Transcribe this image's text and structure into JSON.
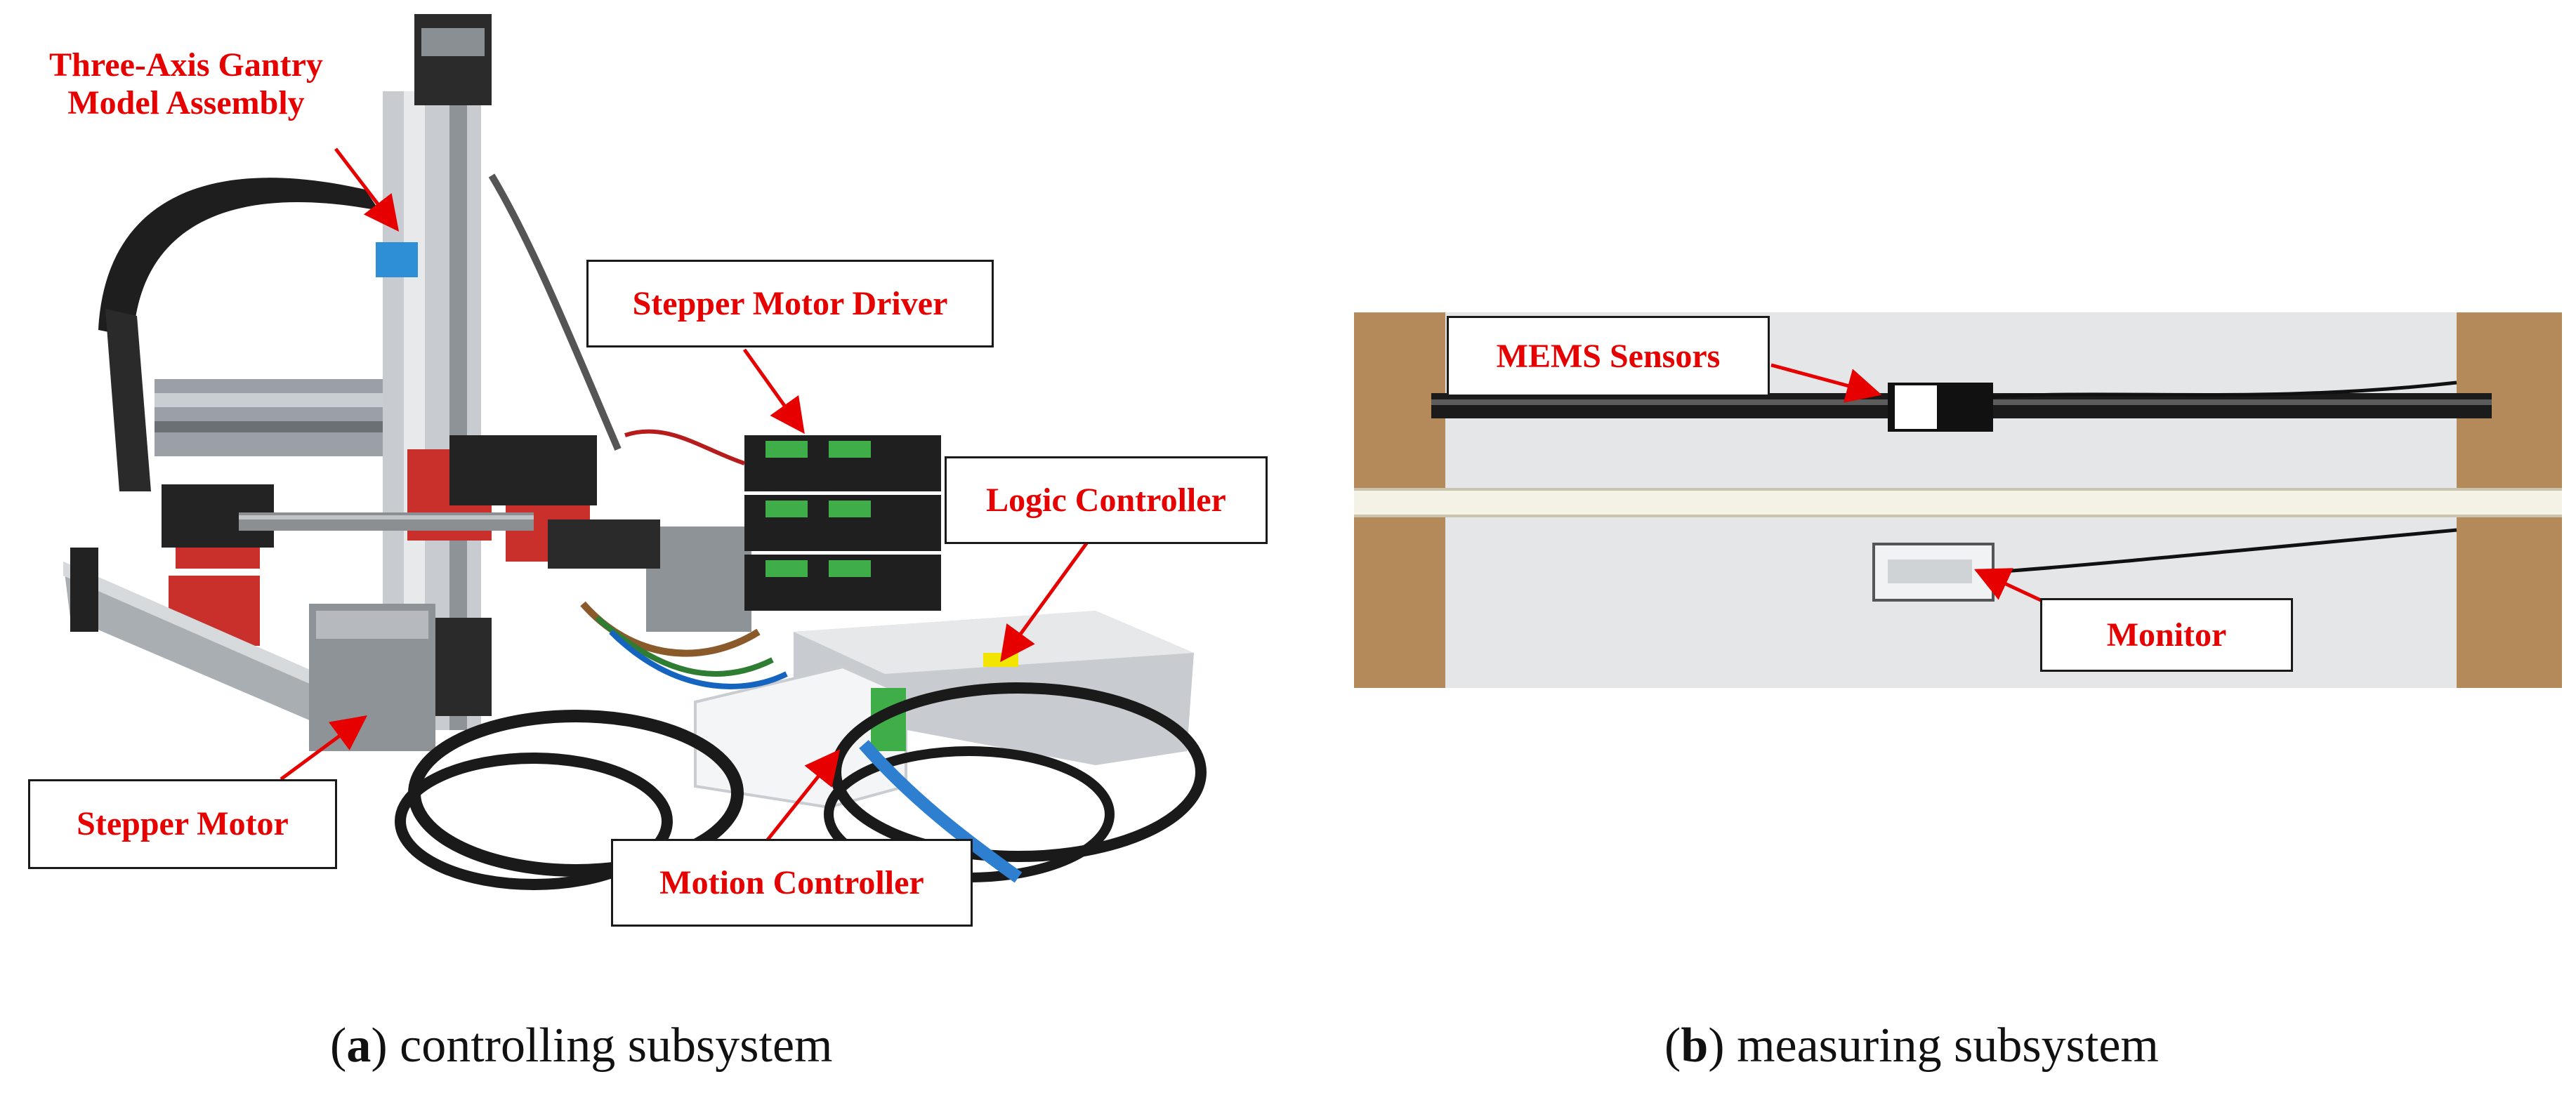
{
  "figure": {
    "panel_a": {
      "callouts": {
        "gantry": "Three-Axis Gantry\nModel Assembly",
        "driver": "Stepper Motor Driver",
        "logic": "Logic Controller",
        "stepper": "Stepper Motor",
        "motion": "Motion Controller"
      },
      "caption_letter": "a",
      "caption_text": "controlling subsystem"
    },
    "panel_b": {
      "callouts": {
        "mems": "MEMS Sensors",
        "monitor": "Monitor"
      },
      "caption_letter": "b",
      "caption_text": "measuring subsystem"
    },
    "colors": {
      "label_text": "#e60000",
      "arrow": "#e60000",
      "box_border": "#1a1a1a"
    }
  }
}
